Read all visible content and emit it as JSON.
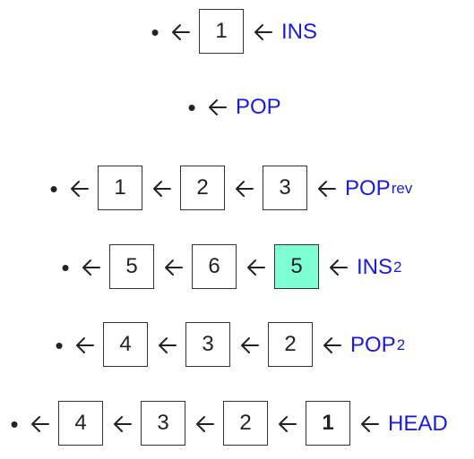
{
  "rows": [
    {
      "label": "INS",
      "sub": "",
      "boxes": [
        {
          "text": "1"
        }
      ]
    },
    {
      "label": "POP",
      "sub": "",
      "boxes": []
    },
    {
      "label": "POP",
      "sub": "rev",
      "boxes": [
        {
          "text": "1"
        },
        {
          "text": "2"
        },
        {
          "text": "3"
        }
      ]
    },
    {
      "label": "INS",
      "sub": "2",
      "boxes": [
        {
          "text": "5"
        },
        {
          "text": "6"
        },
        {
          "text": "5",
          "fill": "#7fffd4"
        }
      ]
    },
    {
      "label": "POP",
      "sub": "2",
      "boxes": [
        {
          "text": "4"
        },
        {
          "text": "3"
        },
        {
          "text": "2"
        }
      ]
    },
    {
      "label": "HEAD",
      "sub": "",
      "boxes": [
        {
          "text": "4"
        },
        {
          "text": "3"
        },
        {
          "text": "2"
        },
        {
          "text": "1",
          "bold": true
        }
      ]
    }
  ],
  "colors": {
    "label": "#1a1adb",
    "border": "#333333",
    "highlight": "#7fffd4"
  }
}
